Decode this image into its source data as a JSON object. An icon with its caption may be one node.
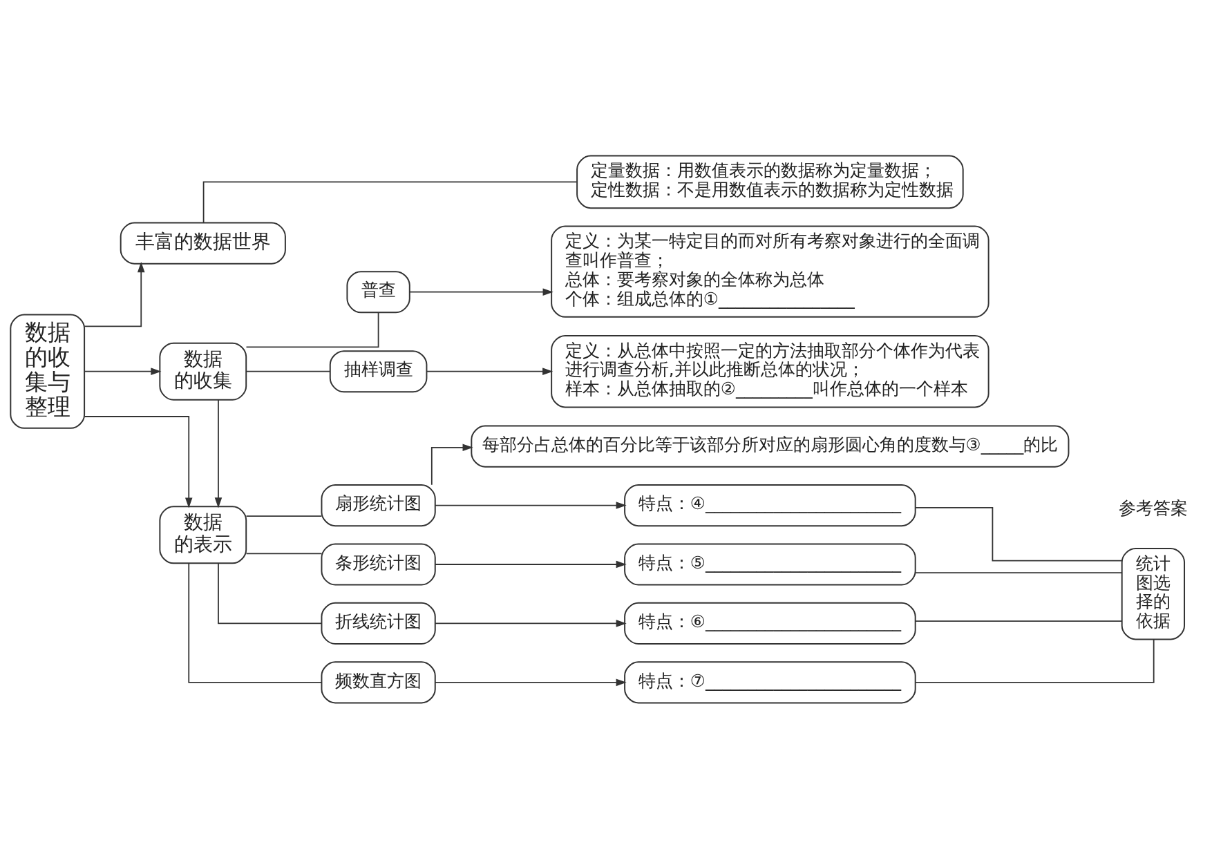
{
  "diagram": {
    "nodes": [
      {
        "text": [
          "数据的收集与整理"
        ]
      },
      {
        "text": [
          "丰富的数据世界"
        ]
      },
      {
        "text": [
          "定量数据：用数值表示的数据称为定量数据；",
          "定性数据：不是用数值表示的数据称为定性数据"
        ]
      },
      {
        "text": [
          "数据的收集"
        ]
      },
      {
        "text": [
          "普查"
        ]
      },
      {
        "text": [
          "定义：为某一特定目的而对所有考察对象进行的全面调查叫作普查；",
          "总体：要考察对象的全体称为总体",
          "个体：组成总体的①________________"
        ]
      },
      {
        "text": [
          "抽样调查"
        ]
      },
      {
        "text": [
          "定义：从总体中按照一定的方法抽取部分个体作为代表进行调查分析,并以此推断总体的状况；",
          "样本：从总体抽取的②_________叫作总体的一个样本"
        ]
      },
      {
        "text": [
          "数据的表示"
        ]
      },
      {
        "text": [
          "扇形统计图"
        ]
      },
      {
        "text": [
          "每部分占总体的百分比等于该部分所对应的扇形圆心角的度数与③_____的比"
        ]
      },
      {
        "text": [
          "特点：④_______________________"
        ]
      },
      {
        "text": [
          "条形统计图"
        ]
      },
      {
        "text": [
          "特点：⑤_______________________"
        ]
      },
      {
        "text": [
          "折线统计图"
        ]
      },
      {
        "text": [
          "特点：⑥_______________________"
        ]
      },
      {
        "text": [
          "频数直方图"
        ]
      },
      {
        "text": [
          "特点：⑦_______________________"
        ]
      },
      {
        "text": [
          "统计图选择的依据"
        ]
      }
    ],
    "edges": [
      {
        "from": 0,
        "to": 1,
        "arrow": "to"
      },
      {
        "from": 0,
        "to": 3,
        "arrow": "to"
      },
      {
        "from": 0,
        "to": 8,
        "arrow": "to"
      },
      {
        "from": 1,
        "to": 2,
        "arrow": "none"
      },
      {
        "from": 3,
        "to": 4,
        "arrow": "none"
      },
      {
        "from": 3,
        "to": 6,
        "arrow": "none"
      },
      {
        "from": 4,
        "to": 5,
        "arrow": "to"
      },
      {
        "from": 6,
        "to": 7,
        "arrow": "to"
      },
      {
        "from": 3,
        "to": 8,
        "arrow": "to"
      },
      {
        "from": 8,
        "to": 9,
        "arrow": "none"
      },
      {
        "from": 8,
        "to": 12,
        "arrow": "none"
      },
      {
        "from": 8,
        "to": 14,
        "arrow": "none"
      },
      {
        "from": 8,
        "to": 16,
        "arrow": "none"
      },
      {
        "from": 9,
        "to": 10,
        "arrow": "to"
      },
      {
        "from": 9,
        "to": 11,
        "arrow": "to"
      },
      {
        "from": 12,
        "to": 13,
        "arrow": "to"
      },
      {
        "from": 14,
        "to": 15,
        "arrow": "to"
      },
      {
        "from": 16,
        "to": 17,
        "arrow": "to"
      },
      {
        "from": 11,
        "to": 18,
        "arrow": "none"
      },
      {
        "from": 13,
        "to": 18,
        "arrow": "none"
      },
      {
        "from": 15,
        "to": 18,
        "arrow": "none"
      },
      {
        "from": 17,
        "to": 18,
        "arrow": "none"
      }
    ],
    "labels": [
      "参考答案"
    ]
  }
}
